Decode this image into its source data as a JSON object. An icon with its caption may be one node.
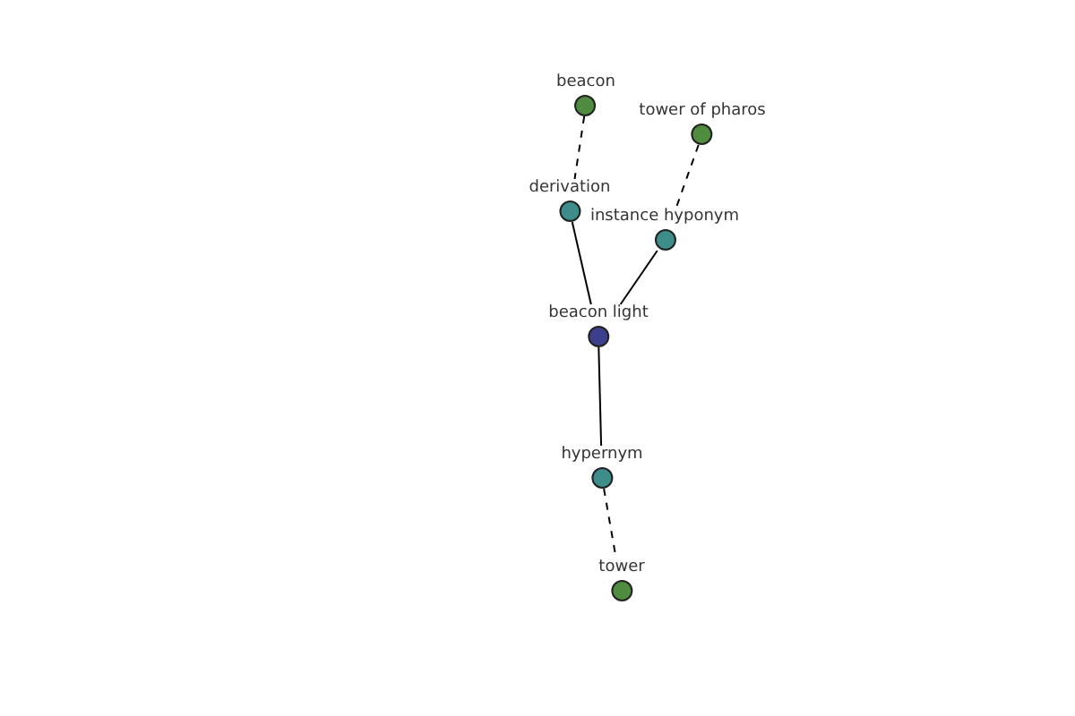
{
  "diagram": {
    "nodes": [
      {
        "text": [
          "beacon"
        ]
      },
      {
        "text": [
          "tower of pharos"
        ]
      },
      {
        "text": [
          "derivation"
        ]
      },
      {
        "text": [
          "instance hyponym"
        ]
      },
      {
        "text": [
          "beacon light"
        ]
      },
      {
        "text": [
          "hypernym"
        ]
      },
      {
        "text": [
          "tower"
        ]
      }
    ],
    "edges": [
      {
        "from": 0,
        "to": 2,
        "arrow": "none",
        "style": "dashed"
      },
      {
        "from": 1,
        "to": 3,
        "arrow": "none",
        "style": "dashed"
      },
      {
        "from": 2,
        "to": 4,
        "arrow": "none"
      },
      {
        "from": 3,
        "to": 4,
        "arrow": "none"
      },
      {
        "from": 4,
        "to": 5,
        "arrow": "none"
      },
      {
        "from": 5,
        "to": 6,
        "arrow": "none",
        "style": "dashed"
      }
    ]
  }
}
